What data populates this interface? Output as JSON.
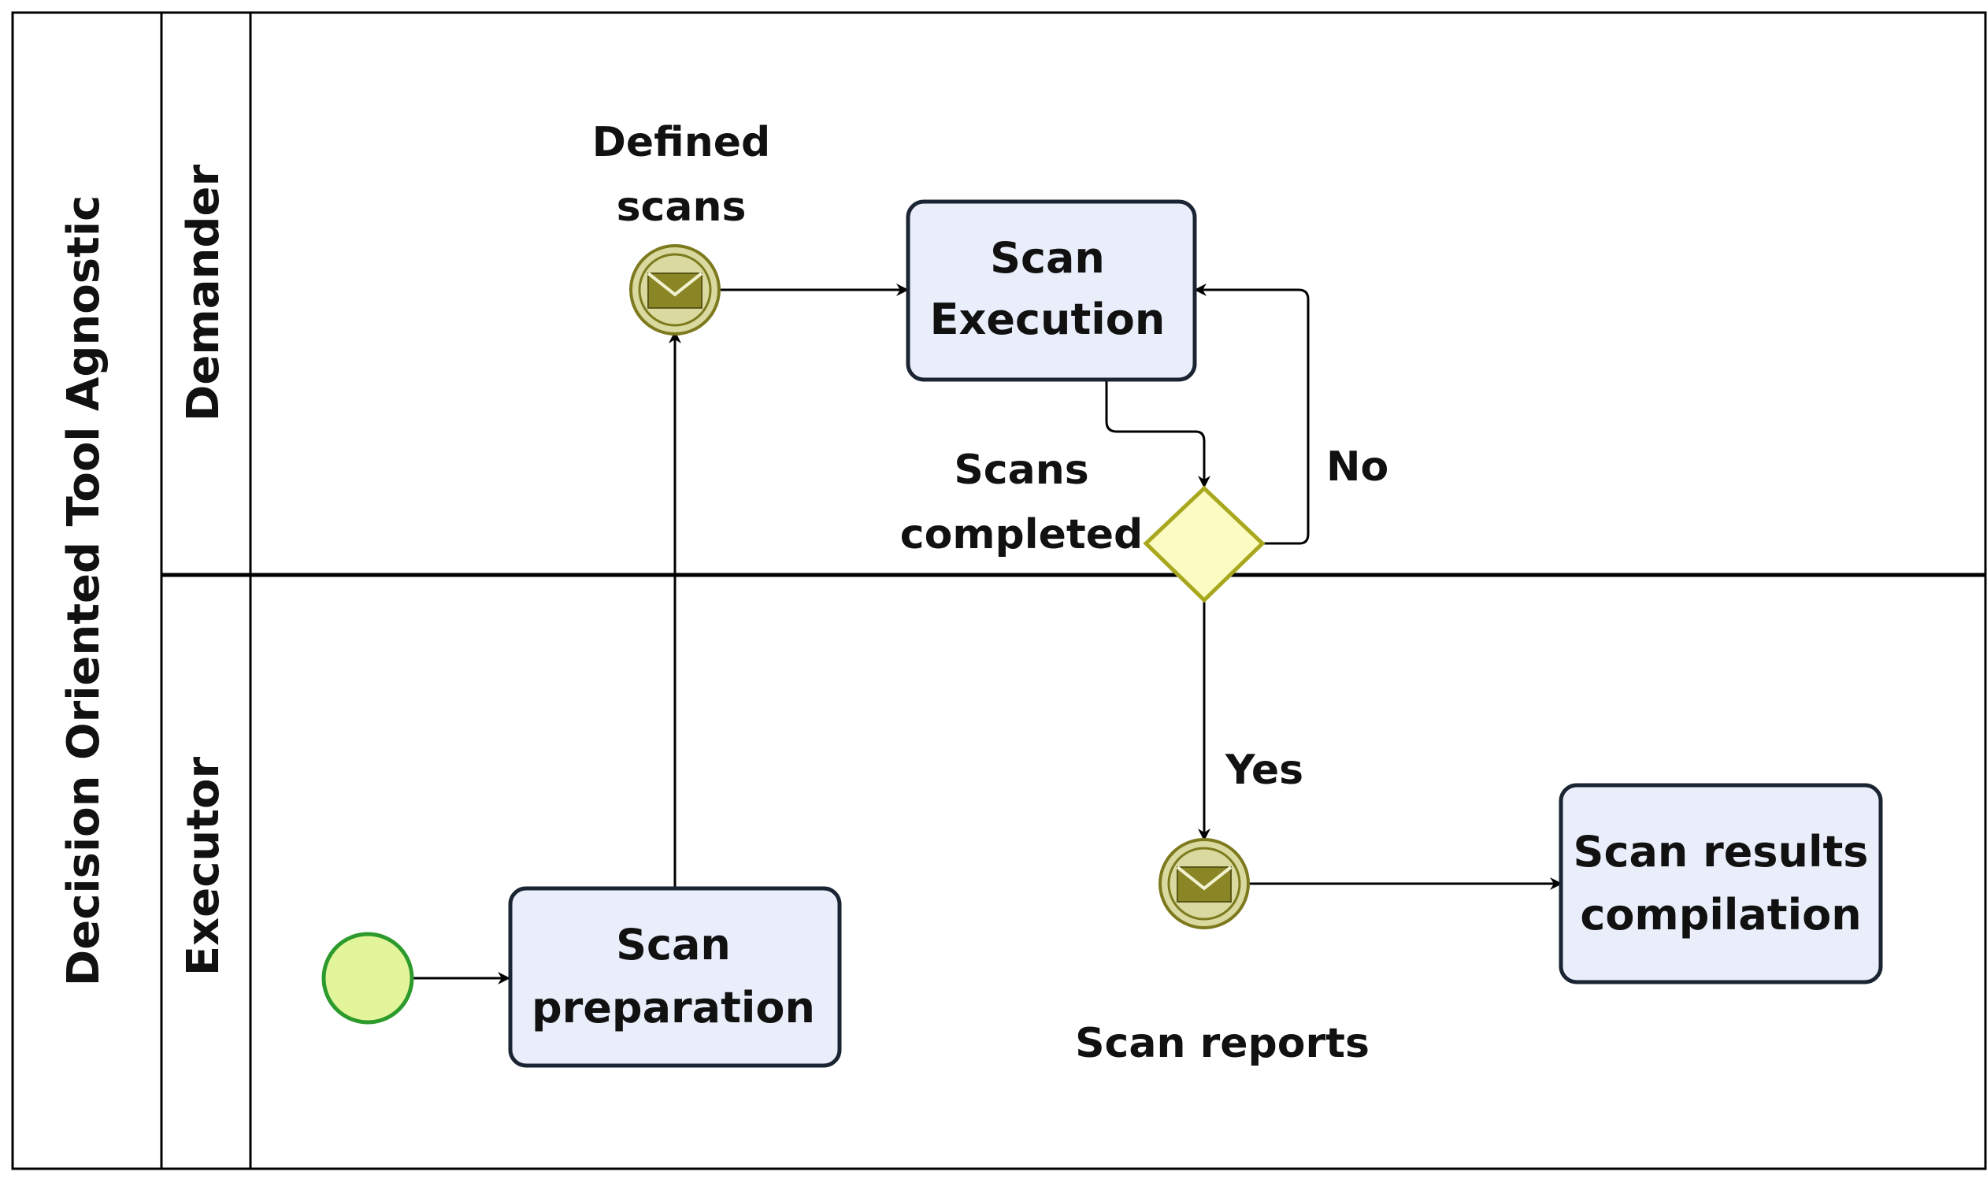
{
  "pool": {
    "label": "Decision Oriented Tool  Agnostic"
  },
  "lanes": [
    {
      "label": "Demander"
    },
    {
      "label": "Executor"
    }
  ],
  "tasks": {
    "scan_preparation": {
      "line1": "Scan",
      "line2": "preparation"
    },
    "scan_execution": {
      "line1": "Scan",
      "line2": "Execution"
    },
    "scan_results_compilation": {
      "line1": "Scan results",
      "line2": "compilation"
    }
  },
  "events": {
    "defined_scans": {
      "line1": "Defined",
      "line2": "scans",
      "icon": "envelope-icon"
    },
    "scan_reports": {
      "label": "Scan reports",
      "icon": "envelope-icon"
    },
    "start": {
      "icon": "start-event-circle"
    }
  },
  "gateway": {
    "line1": "Scans",
    "line2": "completed"
  },
  "flow_labels": {
    "no": "No",
    "yes": "Yes"
  },
  "colors": {
    "task_fill": "#E9EEFA",
    "task_stroke": "#1B2433",
    "start_fill": "#E3F59A",
    "start_stroke": "#2C9A2C",
    "event_fill": "#D9D9A0",
    "event_stroke": "#7D7A1E",
    "envelope_fill": "#8A8625",
    "gateway_fill": "#FBFBC2",
    "gateway_stroke": "#A8A81E"
  }
}
